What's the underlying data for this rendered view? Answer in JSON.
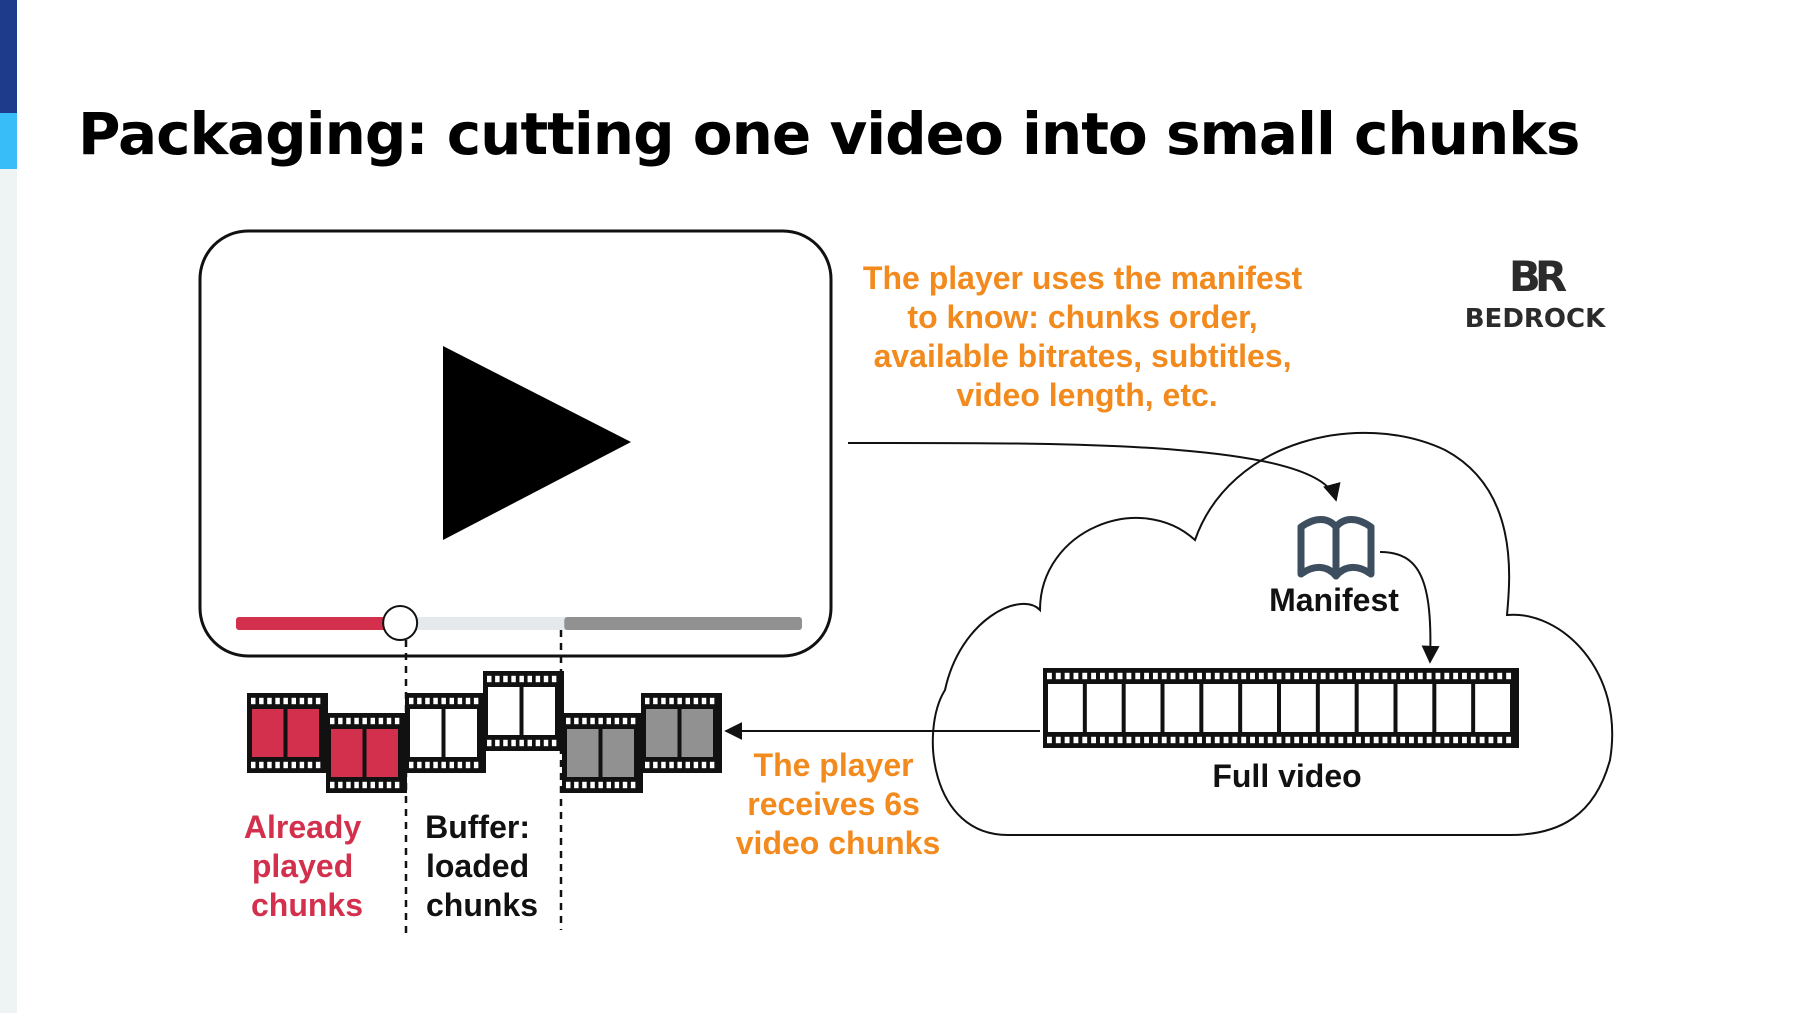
{
  "colors": {
    "accent_dark": "#1e3a8a",
    "accent_light": "#38bdf8",
    "played": "#d3304e",
    "buffered": "#919191",
    "annotation": "#f28a1e"
  },
  "title": "Packaging: cutting one video into small chunks",
  "logo": {
    "monogram": "BR",
    "wordmark": "BEDROCK"
  },
  "player": {
    "played_fraction": 0.29,
    "loaded_fraction": 0.58,
    "icon": "play-icon"
  },
  "manifest": {
    "icon": "book-icon",
    "label": "Manifest",
    "note": [
      "The player uses the manifest",
      "to know: chunks order,",
      "available bitrates, subtitles,",
      "video length, etc."
    ]
  },
  "full_video": {
    "label": "Full video",
    "frames": 12
  },
  "receive_note": [
    "The player",
    "receives 6s",
    "video chunks"
  ],
  "played_label": [
    "Already",
    "played",
    "chunks"
  ],
  "buffer_label": [
    "Buffer:",
    "loaded",
    "chunks"
  ]
}
